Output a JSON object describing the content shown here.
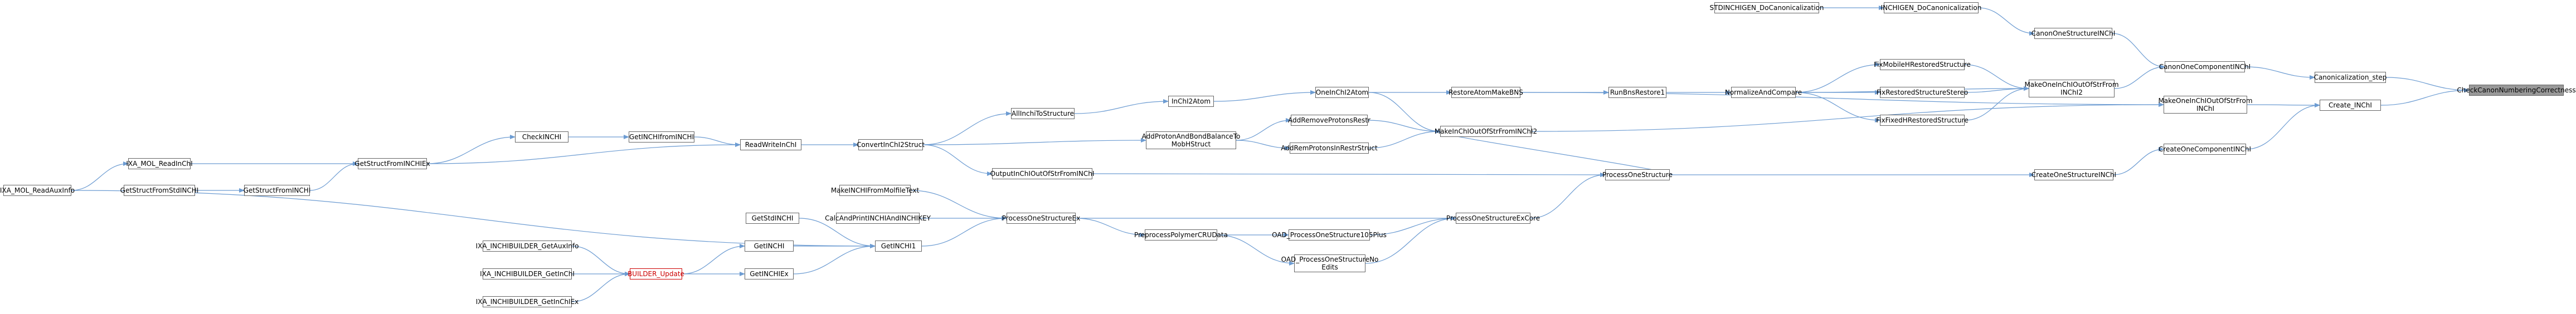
{
  "graph": {
    "edge_color": "#6d9cd2",
    "root_fill": "#999999",
    "highlight_color": "#cc0000",
    "nodes": {
      "root": "CheckCanonNumberingCorrectness",
      "canon_step": "Canonicalization_step",
      "create_inchi": "Create_INChI",
      "canon_one_component": "CanonOneComponentINChI",
      "create_one_component": "CreateOneComponentINChI",
      "canon_one_structure": "CanonOneStructureINChI",
      "inchi_do_canon": "INCHIGEN_DoCanonicalization",
      "stdinchigen_do_canon": "STDINCHIGEN_DoCanonicalization",
      "make_one_inchi_out_of_str_a": "MakeOneInChIOutOfStrFrom INChI2",
      "make_one_inchi_out_of_str_b": "MakeOneInChIOutOfStrFrom INChI",
      "create_one_structure": "CreateOneStructureINChI",
      "fix_mobile_h": "FixMobileHRestoredStructure",
      "fix_restored_stereo": "FixRestoredStructureStereo",
      "fix_fixed_h": "FixFixedHRestoredStructure",
      "normalize_and_compare": "NormalizeAndCompare",
      "run_bns_restore": "RunBnsRestore1",
      "restore_atom_make_bns": "RestoreAtomMakeBNS",
      "one_inchi_2_atom": "OneInChI2Atom",
      "inchi_2_atom": "InChI2Atom",
      "all_inchi_to_structure": "AllInchiToStructure",
      "convert_inchi_2_struct": "ConvertInChI2Struct",
      "read_write_inchi": "ReadWriteInChI",
      "get_inchi_from_inchi": "GetINCHIfromINCHI",
      "check_inchi": "CheckINCHI",
      "get_struct_from_inchi_ex": "GetStructFromINCHIEx",
      "ixa_mol_read_inchi": "IXA_MOL_ReadInChI",
      "get_struct_from_std_inchi": "GetStructFromStdINCHI",
      "get_struct_from_inchi": "GetStructFromINCHI",
      "ixa_mol_read_aux_info": "IXA_MOL_ReadAuxInfo",
      "make_inchi_out_of_str_from_inchi2": "MakeInChIOutOfStrFromINChI2",
      "add_remove_protons": "AddRemoveProtonsRestr",
      "add_remove_protons_in_restr_struct": "AddRemProtonsInRestrStruct",
      "add_proton_and_bond_balance": "AddProtonAndBondBalanceTo MobHStruct",
      "output_inchi_out_of_str": "OutputInChIOutOfStrFromINChI",
      "process_one_structure": "ProcessOneStructure",
      "process_one_structure_ex_core": "ProcessOneStructureExCore",
      "oad_process_105plus": "OAD_ProcessOneStructure105Plus",
      "oad_process_no_edits": "OAD_ProcessOneStructureNo Edits",
      "preprocess_polymer_cru": "PreprocessPolymerCRUData",
      "process_one_structure_ex": "ProcessOneStructureEx",
      "make_inchi_from_molfile_text": "MakeINCHIFromMolfileText",
      "calc_and_print_inchi": "CalcAndPrintINCHIAndINCHIKEY",
      "get_std_inchi": "GetStdINCHI",
      "get_inchi1": "GetINCHI1",
      "get_inchi": "GetINCHI",
      "get_inchi_ex": "GetINCHIEx",
      "builder_update": "BUILDER_Update",
      "ixa_builder_get_aux_info": "IXA_INCHIBUILDER_GetAuxInfo",
      "ixa_builder_get_inchi": "IXA_INCHIBUILDER_GetInChI",
      "ixa_builder_get_inchi_ex": "IXA_INCHIBUILDER_GetInChIEx"
    }
  }
}
